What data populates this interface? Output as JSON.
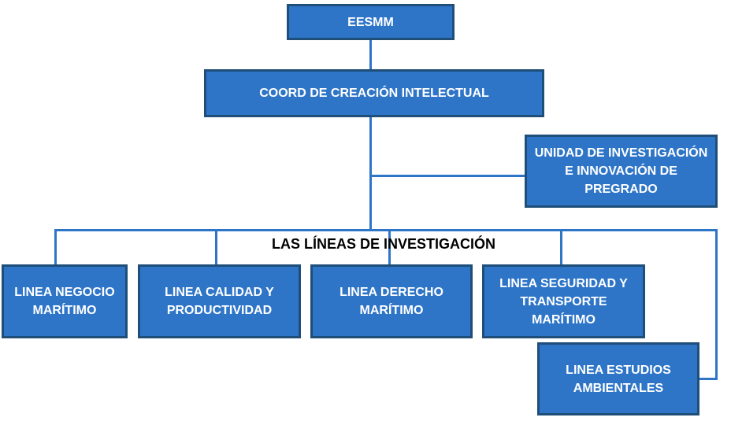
{
  "colors": {
    "box_fill": "#2e75c8",
    "box_border": "#1f4e79",
    "connector": "#2e75c8",
    "box_text": "#ffffff",
    "heading_text": "#000000"
  },
  "nodes": {
    "root": "EESMM",
    "coord": "COORD DE CREACIÓN INTELECTUAL",
    "unit": "UNIDAD DE INVESTIGACIÓN\nE INNOVACIÓN DE\nPREGRADO",
    "lines_heading": "LAS LÍNEAS DE INVESTIGACIÓN",
    "lines": [
      "LINEA NEGOCIO\nMARÍTIMO",
      "LINEA CALIDAD Y\nPRODUCTIVIDAD",
      "LINEA DERECHO\nMARÍTIMO",
      "LINEA SEGURIDAD Y\nTRANSPORTE\nMARÍTIMO",
      "LINEA ESTUDIOS\nAMBIENTALES"
    ]
  }
}
